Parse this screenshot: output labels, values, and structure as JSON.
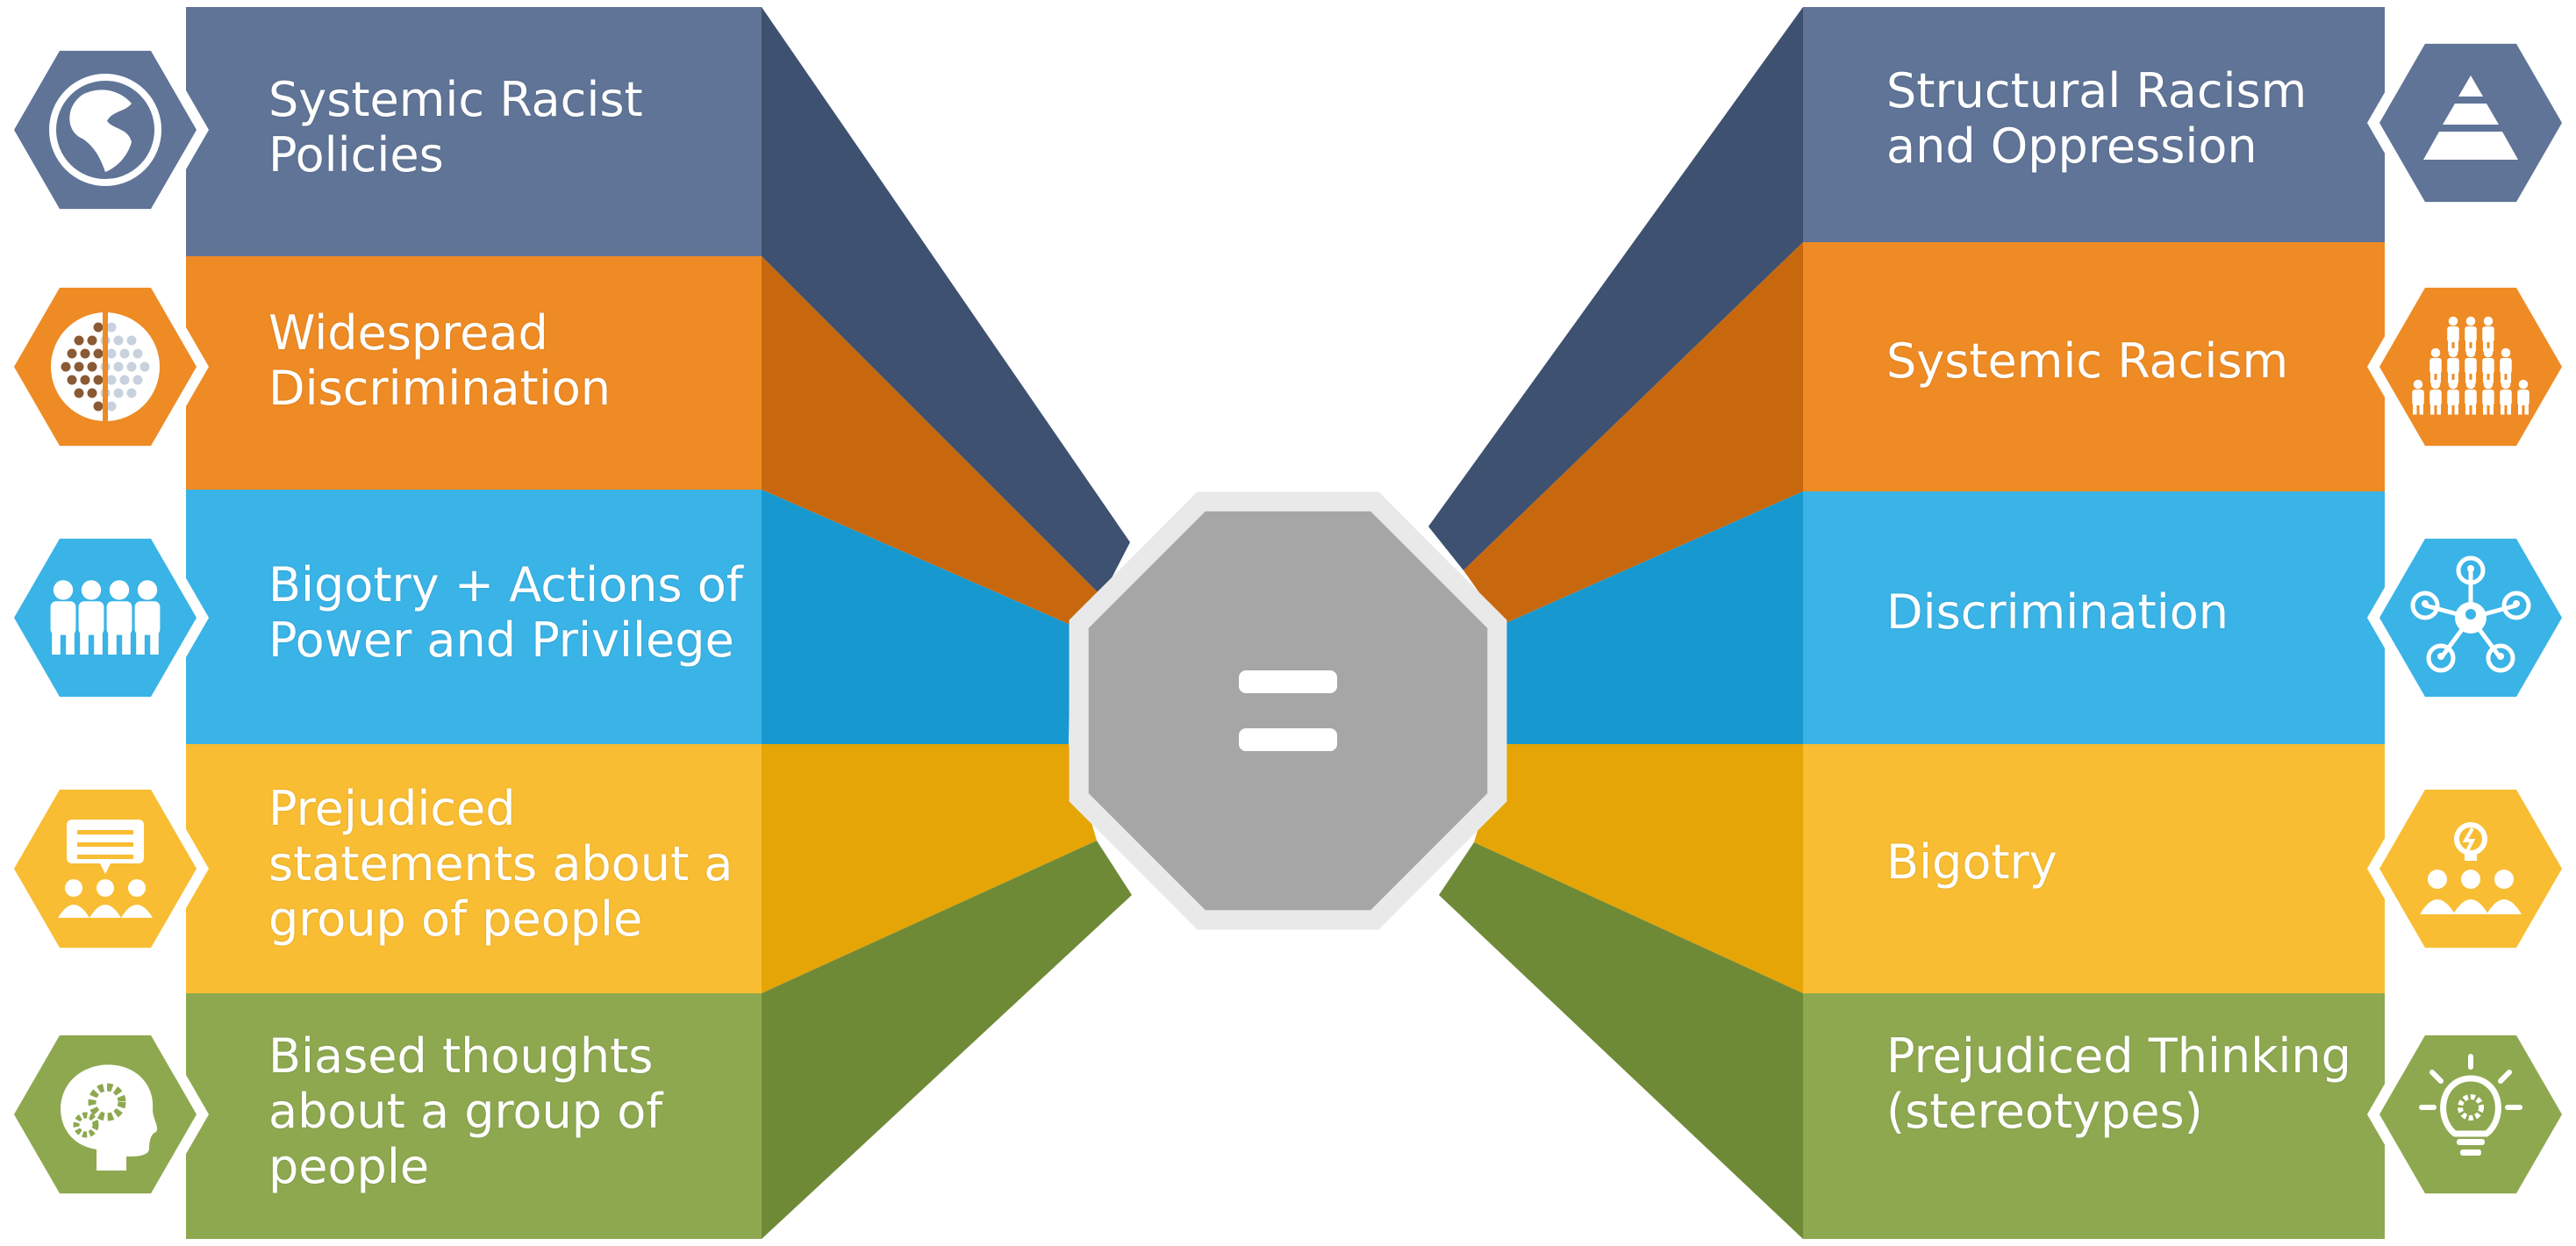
{
  "center_symbol": "=",
  "left_levels": [
    {
      "label": "Systemic Racist Policies",
      "icon": "globe-icon"
    },
    {
      "label": "Widespread Discrimination",
      "icon": "divided-crowd-icon"
    },
    {
      "label": "Bigotry  + Actions of Power and Privilege",
      "icon": "people-group-icon"
    },
    {
      "label": "Prejudiced statements about a group of people",
      "icon": "speech-bubble-audience-icon"
    },
    {
      "label": "Biased thoughts about a group of people",
      "icon": "head-gears-icon"
    }
  ],
  "right_levels": [
    {
      "label": "Structural Racism and Oppression",
      "icon": "pyramid-icon"
    },
    {
      "label": "Systemic Racism",
      "icon": "people-pyramid-icon"
    },
    {
      "label": "Discrimination",
      "icon": "network-icon"
    },
    {
      "label": "Bigotry",
      "icon": "lightbulb-team-icon"
    },
    {
      "label": "Prejudiced Thinking (stereotypes)",
      "icon": "lightbulb-gear-icon"
    }
  ],
  "colors": {
    "slate": "#5f7497",
    "slate_dark": "#3e5170",
    "orange": "#ee8b24",
    "orange_dark": "#c7680f",
    "blue": "#3ab3e6",
    "blue_dark": "#1798cf",
    "yellow": "#f8bd32",
    "yellow_dark": "#e5a506",
    "green": "#8ea850",
    "green_dark": "#6f8a37",
    "octagon": "#a6a6a6",
    "octagon_border": "#e9e9e9"
  }
}
